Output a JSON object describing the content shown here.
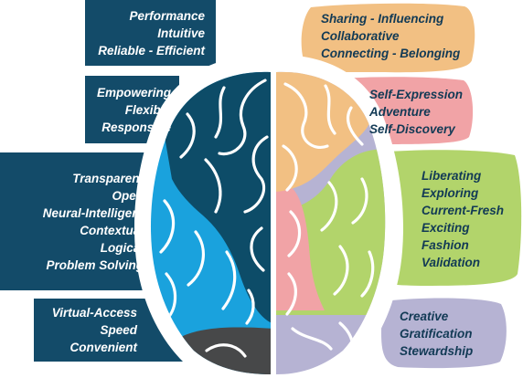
{
  "colors": {
    "navy": "#134b69",
    "dark_blue": "#0d4c68",
    "sky_blue": "#1aa2dd",
    "charcoal": "#474849",
    "peach": "#f2c083",
    "pink": "#f1a3a6",
    "green": "#b2d46b",
    "lavender": "#b6b3d3",
    "text_dark": "#123a55",
    "text_light": "#ffffff"
  },
  "diagram": {
    "left_labels": [
      {
        "lines": [
          "Performance",
          "Intuitive",
          "Reliable - Efficient"
        ]
      },
      {
        "lines": [
          "Empowering",
          "Flexible",
          "Responsive"
        ]
      },
      {
        "lines": [
          "Transparent",
          "Open",
          "Neural-Intelligent",
          "Contextual",
          "Logical",
          "Problem Solving"
        ]
      },
      {
        "lines": [
          "Virtual-Access",
          "Speed",
          "Convenient"
        ]
      }
    ],
    "right_labels": [
      {
        "lines": [
          "Sharing - Influencing",
          "Collaborative",
          "Connecting - Belonging"
        ]
      },
      {
        "lines": [
          "Self-Expression",
          "Adventure",
          "Self-Discovery"
        ]
      },
      {
        "lines": [
          "Liberating",
          "Exploring",
          "Current-Fresh",
          "Exciting",
          "Fashion",
          "Validation"
        ]
      },
      {
        "lines": [
          "Creative",
          "Gratification",
          "Stewardship"
        ]
      }
    ]
  }
}
